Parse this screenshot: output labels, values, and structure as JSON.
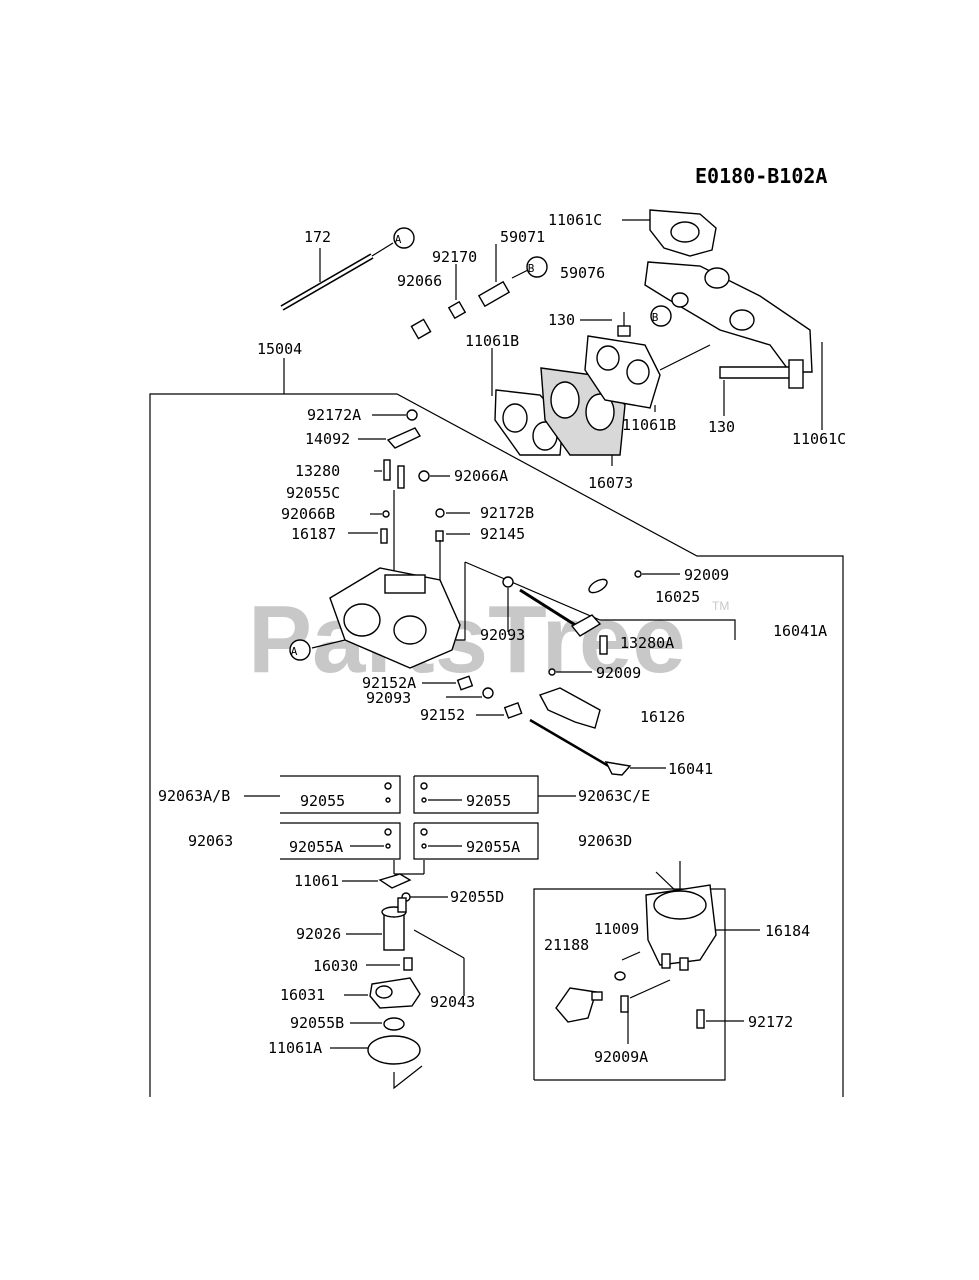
{
  "diagram_code": "E0180-B102A",
  "watermark": "PartsTree",
  "watermark_tm": "TM",
  "callout_a": "A",
  "callout_b": "B",
  "parts": {
    "p172": "172",
    "p92170": "92170",
    "p59071": "59071",
    "p92066": "92066",
    "p59076": "59076",
    "p11061C_top": "11061C",
    "p130_left": "130",
    "p11061B_left": "11061B",
    "p15004": "15004",
    "p92172A": "92172A",
    "p14092": "14092",
    "p13280": "13280",
    "p92066A": "92066A",
    "p92055C": "92055C",
    "p92066B": "92066B",
    "p92172B": "92172B",
    "p16187": "16187",
    "p92145": "92145",
    "p16073": "16073",
    "p11061B_right": "11061B",
    "p130_right": "130",
    "p11061C_right": "11061C",
    "p92009_top": "92009",
    "p16025": "16025",
    "p16041A": "16041A",
    "p92093_upper": "92093",
    "p13280A": "13280A",
    "p92009_mid": "92009",
    "p92152A": "92152A",
    "p92093_lower": "92093",
    "p92152": "92152",
    "p16126": "16126",
    "p16041": "16041",
    "p92063AB": "92063A/B",
    "p92055_l": "92055",
    "p92055_r": "92055",
    "p92063CE": "92063C/E",
    "p92063": "92063",
    "p92055A_l": "92055A",
    "p92055A_r": "92055A",
    "p92063D": "92063D",
    "p11061": "11061",
    "p92055D": "92055D",
    "p92026": "92026",
    "p16030": "16030",
    "p16031": "16031",
    "p92043": "92043",
    "p92055B": "92055B",
    "p11061A": "11061A",
    "p11009": "11009",
    "p21188": "21188",
    "p16184": "16184",
    "p92172": "92172",
    "p92009A": "92009A"
  }
}
